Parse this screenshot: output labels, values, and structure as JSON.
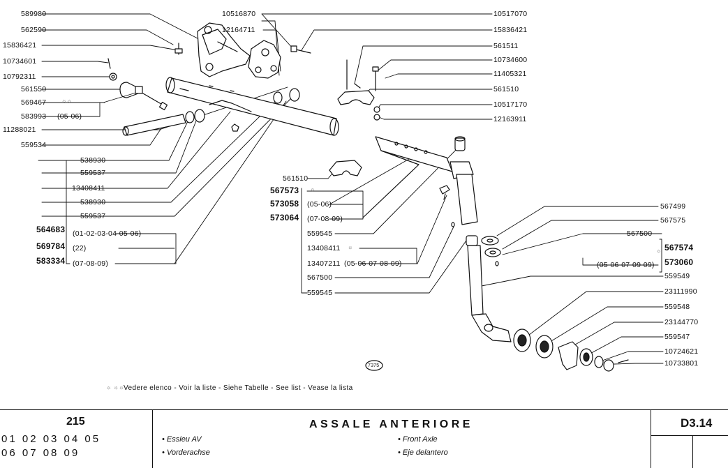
{
  "labels": {
    "p589980": "589980",
    "p562590": "562590",
    "p15836421_l": "15836421",
    "p10734601": "10734601",
    "p10792311": "10792311",
    "p561550": "561550",
    "p569467": "569467",
    "p583993": "583993",
    "m583993": "(05-06)",
    "p11288021": "11288021",
    "p559534": "559534",
    "p10516870": "10516870",
    "p12164711": "12164711",
    "p10517070": "10517070",
    "p15836421_r": "15836421",
    "p561511": "561511",
    "p10734600": "10734600",
    "p11405321": "11405321",
    "p561510_r": "561510",
    "p10517170": "10517170",
    "p12163911": "12163911",
    "p538930_a": "538930",
    "p559537_a": "559537",
    "p13408411_a": "13408411",
    "p538930_b": "538930",
    "p559537_b": "559537",
    "p564683": "564683",
    "m564683": "(01-02-03-04-05-06)",
    "p569784": "569784",
    "m569784": "(22)",
    "p583334": "583334",
    "m583334": "(07-08-09)",
    "p561510_m": "561510",
    "p567573": "567573",
    "m_0506": "(05-06)",
    "p573058": "573058",
    "m573058": "(07-08-09)",
    "p573064": "573064",
    "p559545_a": "559545",
    "p13408411_b": "13408411",
    "p13407211": "13407211",
    "m13407211": "(05-06-07-08-09)",
    "p567500_m": "567500",
    "p559545_b": "559545",
    "p567499": "567499",
    "p567575": "567575",
    "p567500_r": "567500",
    "p567574": "567574",
    "p573060": "573060",
    "m573060": "(05-06-07-09-09)",
    "p559549": "559549",
    "p23111990": "23111990",
    "p559548": "559548",
    "p23144770": "23144770",
    "p559547": "559547",
    "p10724621": "10724621",
    "p10733801": "10733801",
    "stamp": "7375"
  },
  "note": {
    "stars": "☼ ☼☼",
    "text": "Vedere elenco - Voir la liste - Siehe Tabelle - See list - Vease la lista"
  },
  "footer": {
    "group_code": "215",
    "models_line1": "01 02 03 04 05",
    "models_line2": "06 07 08 09",
    "title": "ASSALE ANTERIORE",
    "fr": "• Essieu AV",
    "de": "• Vorderachse",
    "en": "• Front Axle",
    "es": "• Eje delantero",
    "page_code": "D3.14"
  }
}
